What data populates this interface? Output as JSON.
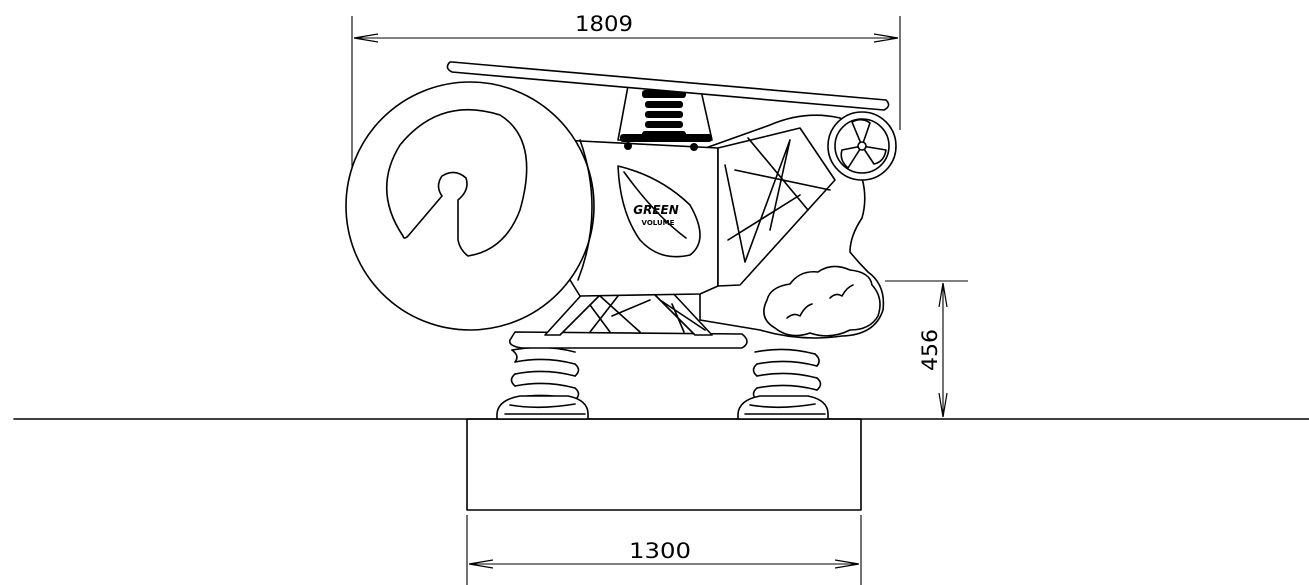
{
  "dimensions": {
    "overall_length": "1809",
    "base_length": "1300",
    "seat_height": "456"
  },
  "logo": {
    "line1": "GREEN",
    "line2": "VOLUME"
  }
}
